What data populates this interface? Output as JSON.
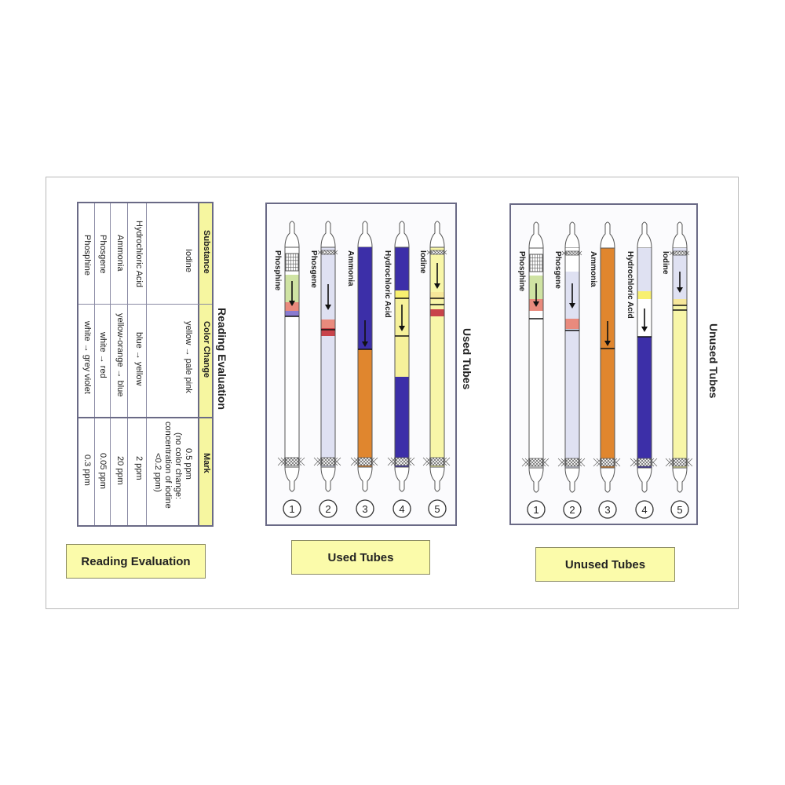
{
  "reading": {
    "title": "Reading Evaluation",
    "headers": [
      "Substance",
      "Color Change",
      "Mark"
    ],
    "rows": [
      {
        "substance": "Iodine",
        "color_change": "yellow → pale pink",
        "mark": [
          "0.5 ppm",
          "(no color change:",
          "concentration of iodine",
          "<0.2 ppm)"
        ]
      },
      {
        "substance": "Hydrochloric Acid",
        "color_change": "blue → yellow",
        "mark": [
          "2 ppm"
        ]
      },
      {
        "substance": "Ammonia",
        "color_change": "yellow-orange → blue",
        "mark": [
          "20 ppm"
        ]
      },
      {
        "substance": "Phosgene",
        "color_change": "white → red",
        "mark": [
          "0.05 ppm"
        ]
      },
      {
        "substance": "Phosphine",
        "color_change": "white → grey violet",
        "mark": [
          "0.3 ppm"
        ]
      }
    ],
    "caption": "Reading Evaluation"
  },
  "used": {
    "title": "Used Tubes",
    "caption": "Used Tubes",
    "tubes": [
      {
        "num": "1",
        "label": "Phosphine"
      },
      {
        "num": "2",
        "label": "Phosgene"
      },
      {
        "num": "3",
        "label": "Ammonia"
      },
      {
        "num": "4",
        "label": "Hydrochloric Acid"
      },
      {
        "num": "5",
        "label": "Iodine"
      }
    ]
  },
  "unused": {
    "title": "Unused Tubes",
    "caption": "Unused Tubes",
    "tubes": [
      {
        "num": "1",
        "label": "Phosphine"
      },
      {
        "num": "2",
        "label": "Phosgene"
      },
      {
        "num": "3",
        "label": "Ammonia"
      },
      {
        "num": "4",
        "label": "Hydrochloric Acid"
      },
      {
        "num": "5",
        "label": "Iodine"
      }
    ]
  },
  "colors": {
    "panel_border": "#6a6a86",
    "caption_fill": "#fbfbaa",
    "orange": "#e0862e",
    "blue": "#3c2fa8",
    "yellow_light": "#f8f6a8",
    "pink": "#e98a7d",
    "red": "#c8434a",
    "lavender": "#dfe1f2"
  }
}
